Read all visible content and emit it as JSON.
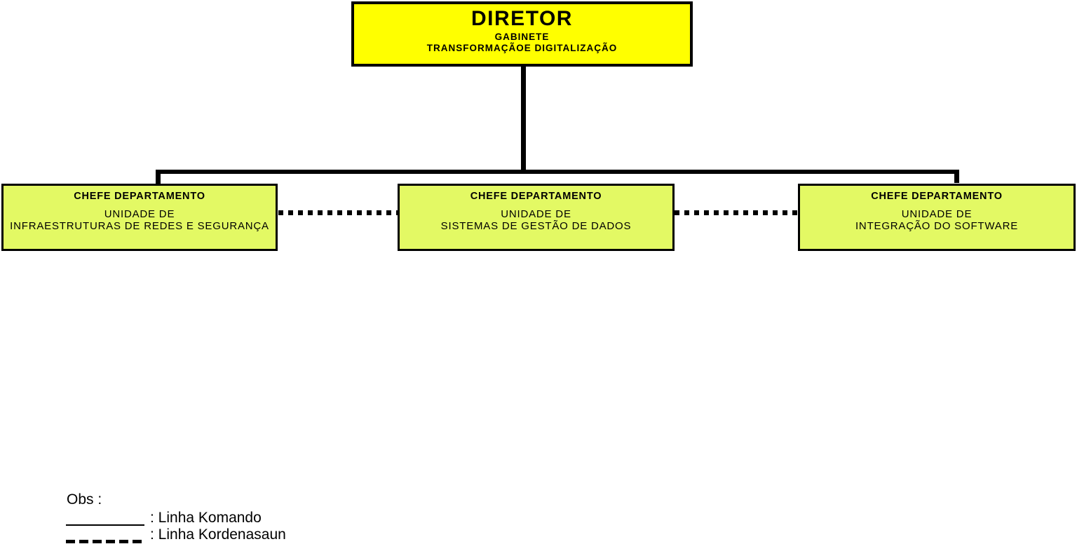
{
  "org_chart": {
    "root": {
      "title": "DIRETOR",
      "subtitle_line1": "GABINETE",
      "subtitle_line2": "TRANSFORMAÇÃOE DIGITALIZAÇÃO"
    },
    "departments": [
      {
        "role": "CHEFE DEPARTAMENTO",
        "unit_line1": "UNIDADE DE",
        "unit_line2": "INFRAESTRUTURAS DE REDES E SEGURANÇA"
      },
      {
        "role": "CHEFE DEPARTAMENTO",
        "unit_line1": "UNIDADE DE",
        "unit_line2": "SISTEMAS DE GESTÃO DE DADOS"
      },
      {
        "role": "CHEFE DEPARTAMENTO",
        "unit_line1": "UNIDADE DE",
        "unit_line2": "INTEGRAÇÃO DO SOFTWARE"
      }
    ],
    "legend": {
      "heading": "Obs :",
      "items": [
        {
          "line_style": "solid",
          "label": ": Linha Komando"
        },
        {
          "line_style": "dashed",
          "label": ": Linha Kordenasaun"
        }
      ]
    },
    "colors": {
      "root_fill": "#FFFF00",
      "department_fill": "#E3F964",
      "line_color": "#000000",
      "background": "#FFFFFF"
    }
  }
}
